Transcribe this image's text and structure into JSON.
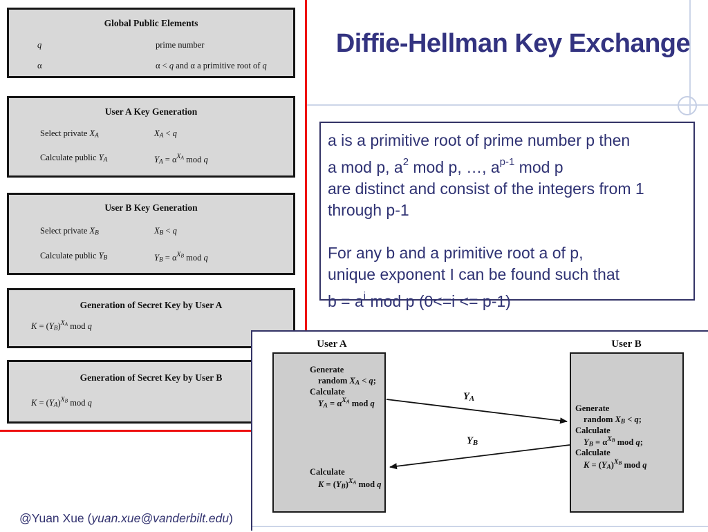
{
  "slide": {
    "title": "Diffie-Hellman Key Exchange",
    "footer": "@Yuan Xue (<i>yuan.xue@vanderbilt.edu</i>)"
  },
  "colors": {
    "accent_red": "#ee1111",
    "navy_text": "#333380",
    "template_blue": "#ccd5e8",
    "table_fill": "#d8d8d8",
    "diagram_box_fill": "#cdcdcd"
  },
  "tables": [
    {
      "title": "Global Public Elements",
      "rows": [
        {
          "label": "<i>q</i>",
          "value": "prime number"
        },
        {
          "label": "α",
          "value": "α &lt; <i>q</i> and α a primitive root of <i>q</i>"
        }
      ]
    },
    {
      "title": "User A Key Generation",
      "rows": [
        {
          "label": "Select private <i>X<sub>A</sub></i>",
          "value": "<i>X<sub>A</sub></i> &lt; <i>q</i>"
        },
        {
          "label": "Calculate public <i>Y<sub>A</sub></i>",
          "value": "<i>Y<sub>A</sub></i> = α<sup><i>X<sub>A</sub></i></sup> mod <i>q</i>"
        }
      ]
    },
    {
      "title": "User B Key Generation",
      "rows": [
        {
          "label": "Select private <i>X<sub>B</sub></i>",
          "value": "<i>X<sub>B</sub></i> &lt; <i>q</i>"
        },
        {
          "label": "Calculate public <i>Y<sub>B</sub></i>",
          "value": "<i>Y<sub>B</sub></i> = α<sup><i>X<sub>B</sub></i></sup> mod <i>q</i>"
        }
      ]
    },
    {
      "title": "Generation of Secret Key by User A",
      "formula": "<i>K</i> = (<i>Y<sub>B</sub></i>)<sup><i>X<sub>A</sub></i></sup> mod <i>q</i>"
    },
    {
      "title": "Generation of Secret Key by User B",
      "formula": "<i>K</i> = (<i>Y<sub>A</sub></i>)<sup><i>X<sub>B</sub></i></sup> mod <i>q</i>"
    }
  ],
  "note": {
    "lines": [
      "a is a primitive root of prime number p then",
      "a mod p, a<sup>2</sup> mod p, …, a<sup>p-1</sup> mod p",
      "are distinct and consist of the integers from 1",
      "through p-1",
      "For any b and a primitive root a of p,",
      "unique exponent I can be found such that",
      "b = a<sup>i</sup> mod p (0&lt;=i &lt;= p-1)"
    ]
  },
  "diagram": {
    "user_a": {
      "title": "User A",
      "lines": [
        "Generate",
        "random <i>X<sub>A</sub></i> &lt; <i>q</i>;",
        "Calculate",
        "<i>Y<sub>A</sub></i> = α<sup><i>X<sub>A</sub></i></sup> mod <i>q</i>",
        "Calculate",
        "<i>K</i> = (<i>Y<sub>B</sub></i>)<sup><i>X<sub>A</sub></i></sup> mod <i>q</i>"
      ]
    },
    "user_b": {
      "title": "User B",
      "lines": [
        "Generate",
        "random <i>X<sub>B</sub></i> &lt; <i>q</i>;",
        "Calculate",
        "<i>Y<sub>B</sub></i> = α<sup><i>X<sub>B</sub></i></sup> mod <i>q</i>;",
        "Calculate",
        "<i>K</i> = (<i>Y<sub>A</sub></i>)<sup><i>X<sub>B</sub></i></sup> mod <i>q</i>"
      ]
    },
    "arrow_a_label": "<i>Y<sub>A</sub></i>",
    "arrow_b_label": "<i>Y<sub>B</sub></i>"
  }
}
